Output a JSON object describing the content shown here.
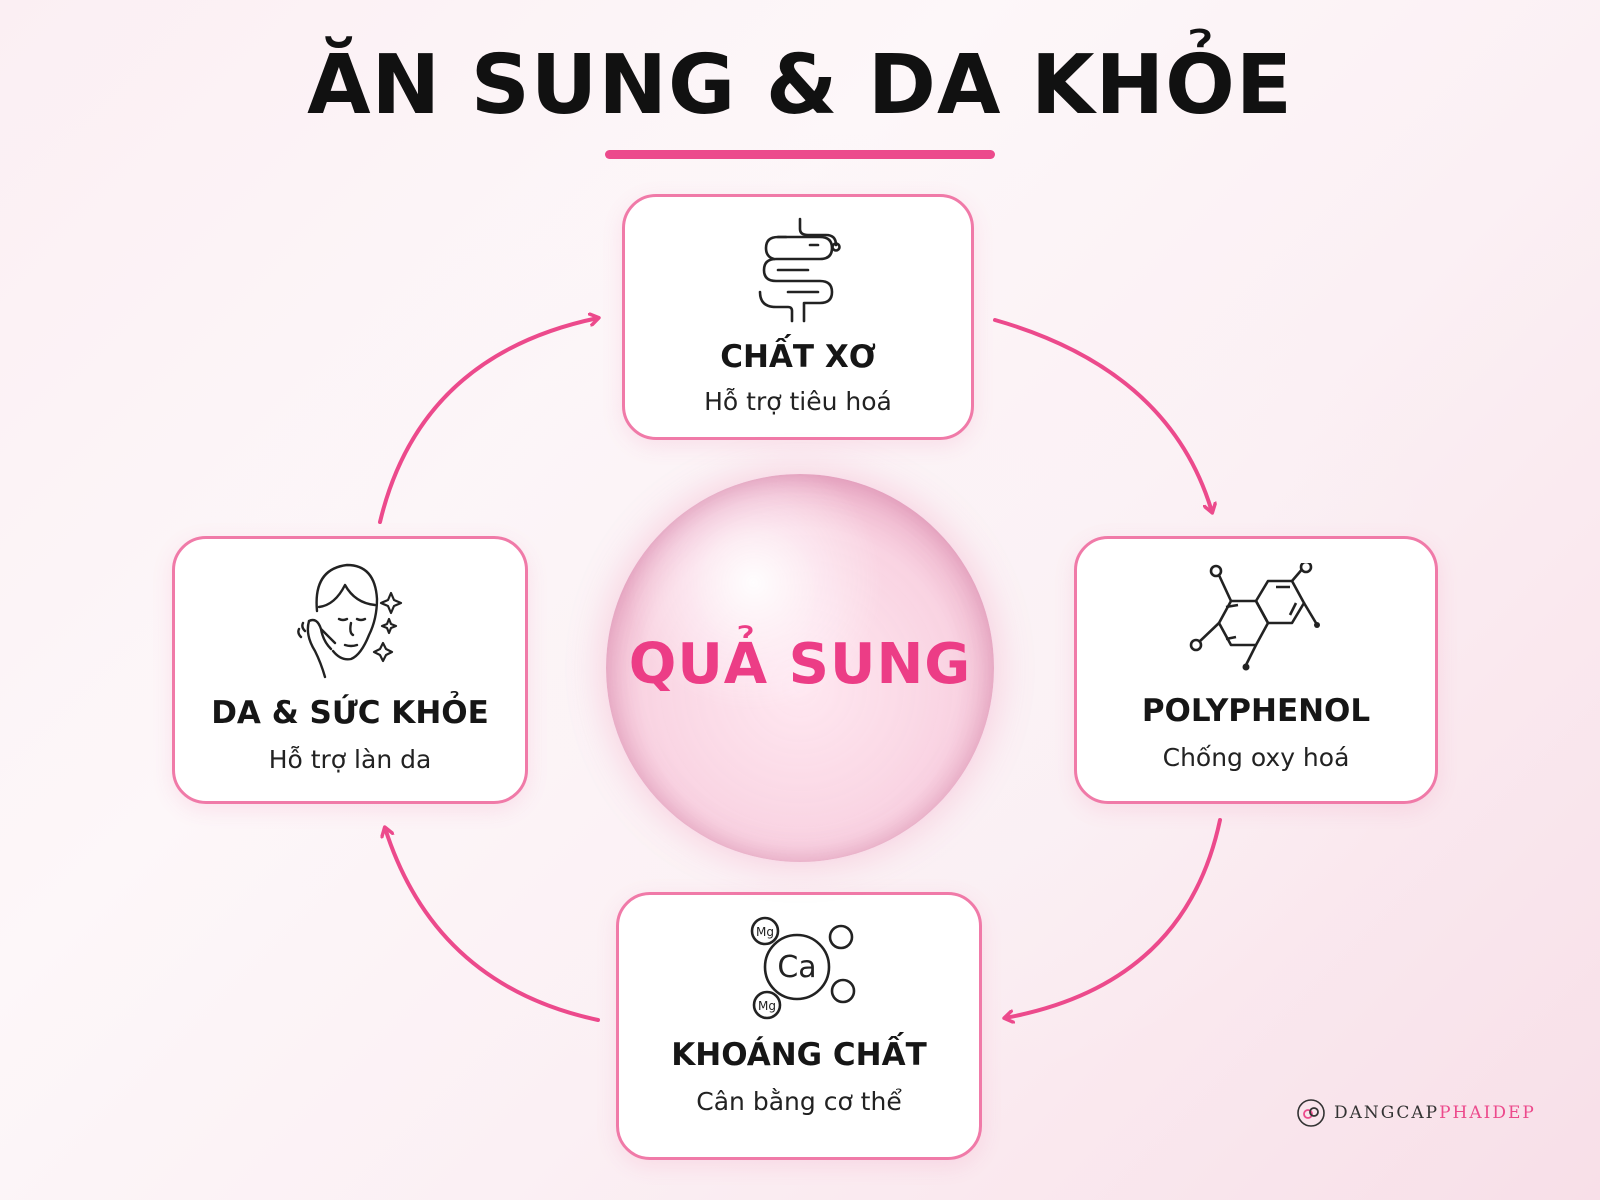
{
  "title": "ĂN SUNG & DA KHỎE",
  "center": {
    "label": "QUẢ SUNG"
  },
  "cards": {
    "top": {
      "title": "CHẤT XƠ",
      "subtitle": "Hỗ trợ tiêu hoá",
      "icon": "intestine-icon"
    },
    "right": {
      "title": "POLYPHENOL",
      "subtitle": "Chống oxy hoá",
      "icon": "molecule-icon"
    },
    "bottom": {
      "title": "KHOÁNG CHẤT",
      "subtitle": "Cân bằng cơ thể",
      "icon": "minerals-icon",
      "icon_text": {
        "main": "Ca",
        "small_top": "Mg",
        "small_bottom": "Mg"
      }
    },
    "left": {
      "title": "DA & SỨC KHỎE",
      "subtitle": "Hỗ trợ làn da",
      "icon": "face-skin-icon"
    }
  },
  "brand": {
    "part1": "DANGCAP",
    "part2": "PHAIDEP"
  },
  "colors": {
    "accent": "#ec4a8c",
    "card_border": "#f07aa8",
    "title": "#111111"
  }
}
